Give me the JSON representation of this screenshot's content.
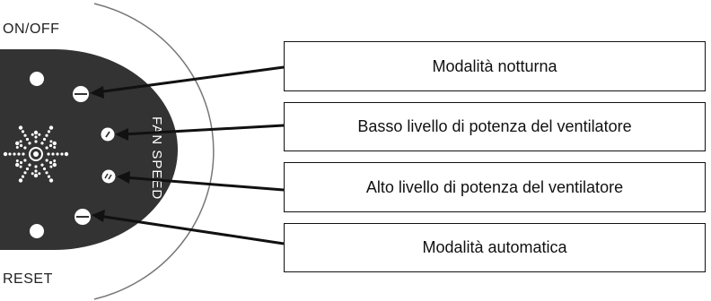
{
  "panel": {
    "top_label": "ON/OFF",
    "bottom_label": "RESET",
    "side_label": "FAN SPEED"
  },
  "callouts": [
    {
      "label": "Modalità notturna"
    },
    {
      "label": "Basso livello di potenza del ventilatore"
    },
    {
      "label": "Alto livello di potenza del ventilatore"
    },
    {
      "label": "Modalità automatica"
    }
  ],
  "colors": {
    "panel_face": "#333333",
    "panel_rim": "#ffffff",
    "line": "#111111",
    "button": "#ffffff"
  }
}
